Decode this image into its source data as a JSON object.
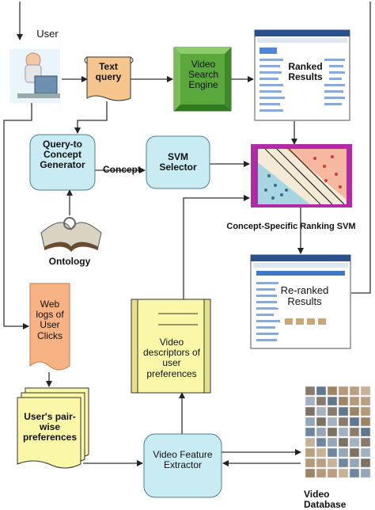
{
  "nodes": {
    "user": "User",
    "text_query": "Text query",
    "video_search_engine": "Video Search Engine",
    "ranked_results": "Ranked Results",
    "query_to_concept": "Query-to Concept Generator",
    "concept_label": "Concept",
    "svm_selector": "SVM Selector",
    "concept_svm": "Concept-Specific Ranking SVM",
    "ontology": "Ontology",
    "reranked_results": "Re-ranked Results",
    "web_logs": "Web logs of User Clicks",
    "video_descriptors": "Video descriptors of user preferences",
    "pairwise_prefs": "User's pair-wise preferences",
    "feature_extractor": "Video Feature Extractor",
    "video_database": "Video Database"
  },
  "colors": {
    "text_query_fill": "#f6c58e",
    "search_engine_fill": "#5aa83c",
    "qtc_fill": "#c9ecf4",
    "svm_fill": "#c9ecf4",
    "weblogs_fill": "#f7b384",
    "descriptors_fill": "#fbf7a8",
    "pairwise_fill": "#fbf7a8",
    "extractor_fill": "#c9ecf4",
    "svm_frame": "#b32aa6"
  }
}
